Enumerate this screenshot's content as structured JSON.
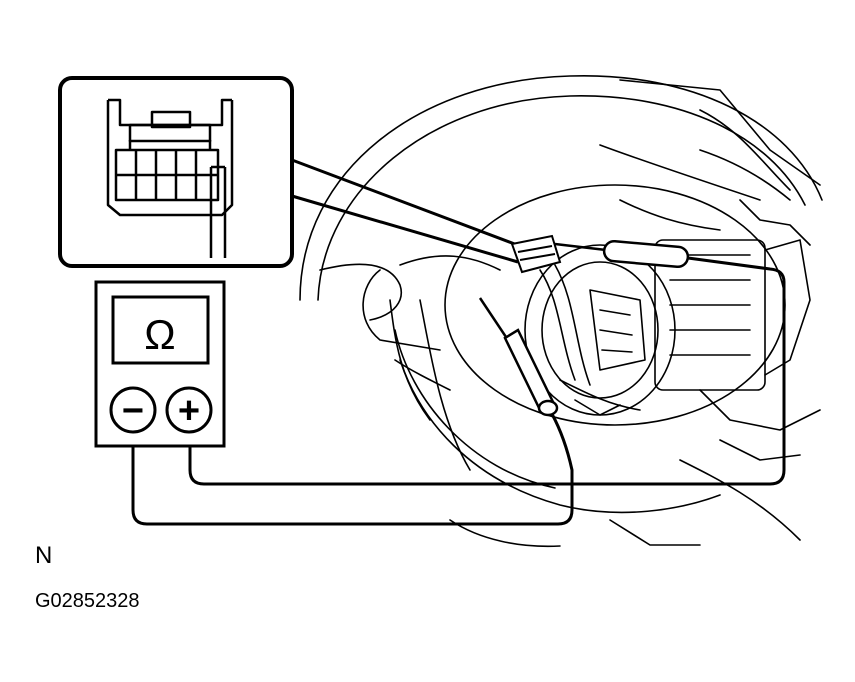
{
  "meter": {
    "symbol": "Ω",
    "neg_symbol": "−",
    "pos_symbol": "+"
  },
  "labels": {
    "view_letter": "N",
    "figure_code": "G02852328"
  },
  "colors": {
    "line": "#000000",
    "background": "#ffffff"
  }
}
